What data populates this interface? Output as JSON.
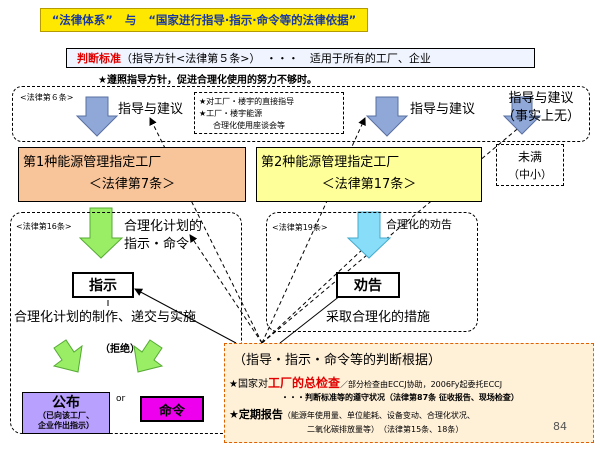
{
  "title": {
    "part1": "“法律体系”",
    "part2": "与",
    "part3": "“国家进行指导·指示·命令等的法律依据”"
  },
  "standard": {
    "label": "判断标准",
    "text": "（指导方针<法律第５条>）　・・・　适用于所有的工厂、企业",
    "note": "★遵照指导方针，促进合理化使用的努力不够时。"
  },
  "row1": {
    "law6": "<法律第６条>",
    "advice_left": "指导与建议",
    "dashed_notes": [
      "★对工厂・楼宇的直接指导",
      "★工厂・楼宇能源",
      "合理化使用座谈会等"
    ],
    "advice_mid": "指导与建议",
    "advice_right_line1": "指导与建议",
    "advice_right_line2": "（事实上无）"
  },
  "factories": {
    "first_title": "第1种能源管理指定工厂",
    "first_law": "＜法律第7条＞",
    "second_title": "第2种能源管理指定工厂",
    "second_law": "＜法律第17条＞",
    "small_title": "未满",
    "small_sub": "（中小）"
  },
  "left_panel": {
    "law16": "<法律第16条>",
    "plan_line1": "合理化计划的",
    "plan_line2": "指示・命令",
    "instruction": "指示",
    "plan_desc": "合理化计划的制作、递交与实施",
    "refuse": "（拒绝）",
    "publish_title": "公布",
    "publish_sub1": "（已向该工厂、",
    "publish_sub2": "企业作出指示）",
    "or": "or",
    "order": "命令"
  },
  "right_panel": {
    "law19": "<法律第19条>",
    "advise_label": "合理化的劝告",
    "advise": "劝告",
    "measure": "采取合理化的措施"
  },
  "basis_box": {
    "title": "（指导・指示・命令等的判断根据）",
    "item1_pre": "★国家对",
    "item1_highlight": "工厂的总检查",
    "item1_post": "／部分检查由ECCJ协助，2006Fy起委托ECCJ",
    "item1_sub": "・・・判断标准等的遵守状况（法律第87条 征收报告、现场检查）",
    "item2_label": "★定期报告",
    "item2_text": "（能源年使用量、单位能耗、设备变动、合理化状况、",
    "item2_text2": "二氧化碳排放量等）　（法律第15条、18条）"
  },
  "page_number": "84",
  "colors": {
    "title_bg": "#ffe800",
    "arrow_blue": "#8fa8d8",
    "arrow_green": "#99ee66",
    "arrow_cyan": "#88ddf8",
    "factory1": "#f8c499",
    "factory2": "#ffff99",
    "basis_bg": "#fff0d8",
    "basis_border": "#e06000",
    "magenta": "#ee00ee",
    "lavender": "#b8a0ff"
  }
}
